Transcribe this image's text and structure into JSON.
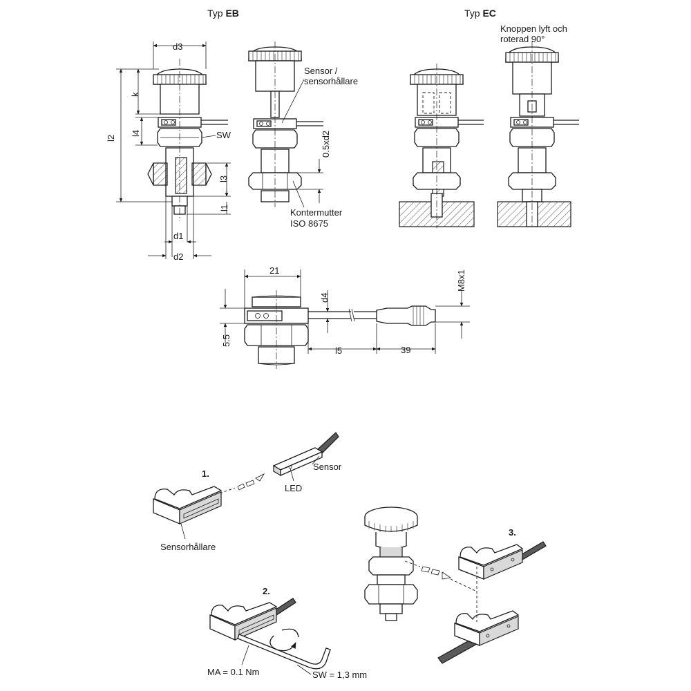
{
  "views": {
    "eb_title_prefix": "Typ ",
    "eb_title_bold": "EB",
    "ec_title_prefix": "Typ ",
    "ec_title_bold": "EC",
    "ec_note_line1": "Knoppen lyft och",
    "ec_note_line2": "roterad 90°"
  },
  "dimensions": {
    "d3": "d3",
    "k": "k",
    "l2": "l2",
    "l4": "l4",
    "l3": "l3",
    "l1": "l1",
    "d1": "d1",
    "d2": "d2",
    "sw": "SW",
    "half_d2": "0.5xd2",
    "width_21": "21",
    "d4": "d4",
    "m8": "M8x1",
    "h_5_5": "5.5",
    "l5": "l5",
    "len_39": "39"
  },
  "callouts": {
    "sensor_line1": "Sensor /",
    "sensor_line2": "sensorhållare",
    "nut_line1": "Kontermutter",
    "nut_line2": "ISO 8675"
  },
  "assembly": {
    "step1": "1.",
    "step2": "2.",
    "step3": "3.",
    "sensor": "Sensor",
    "led": "LED",
    "holder": "Sensorhållare",
    "torque": "MA = 0.1 Nm",
    "hex_key": "SW = 1,3 mm"
  }
}
